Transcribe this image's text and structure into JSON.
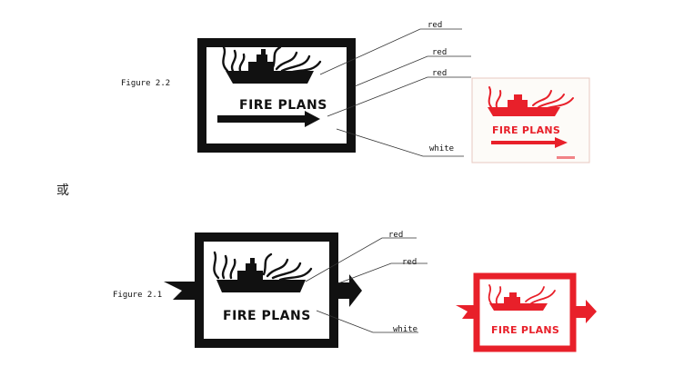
{
  "colors": {
    "black": "#111111",
    "red": "#e8202a",
    "white": "#ffffff",
    "leader": "#333333"
  },
  "figure_top": {
    "label": "Figure 2.2",
    "sign_text": "FIRE PLANS",
    "callouts": [
      "red",
      "red",
      "red",
      "white"
    ],
    "photo_sign_text": "FIRE PLANS"
  },
  "separator": {
    "text": "或"
  },
  "figure_bottom": {
    "label": "Figure 2.1",
    "sign_text": "FIRE PLANS",
    "callouts": [
      "red",
      "red",
      "white"
    ],
    "photo_sign_text": "FIRE PLANS"
  }
}
